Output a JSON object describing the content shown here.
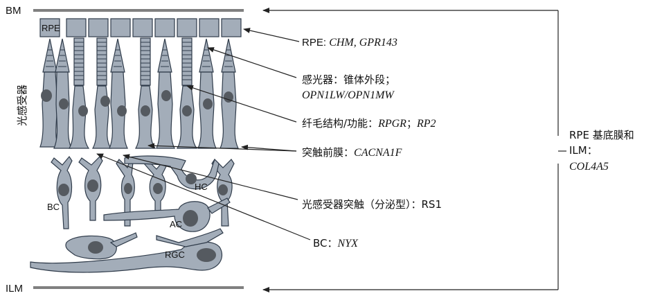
{
  "layers": {
    "bm": "BM",
    "ilm": "ILM",
    "rpe": "RPE",
    "photoreceptor_vertical": "光感受器"
  },
  "cells": {
    "hc": "HC",
    "bc": "BC",
    "ac": "AC",
    "rgc": "RGC"
  },
  "annotations": {
    "rpe_prefix": "RPE: ",
    "rpe_genes": "CHM, GPR143",
    "cone_line1": "感光器：锥体外段；",
    "cone_line2": "OPN1LW/OPN1MW",
    "cilia_prefix": "纤毛结构/功能：",
    "cilia_gene1": "RPGR",
    "cilia_sep": "；",
    "cilia_gene2": "RP2",
    "synapse_prefix": "突触前膜：",
    "synapse_gene": "CACNA1F",
    "rs1_label": "光感受器突触（分泌型）：RS1",
    "bc_prefix": "BC：",
    "bc_gene": "NYX",
    "basement_line1": "RPE 基底膜和",
    "basement_line2": "ILM：",
    "basement_gene": "COL4A5"
  },
  "colors": {
    "cell_fill": "#a3adb9",
    "cell_stroke": "#2f3b4a",
    "nucleus": "#555a60",
    "membrane_line": "#808080"
  }
}
